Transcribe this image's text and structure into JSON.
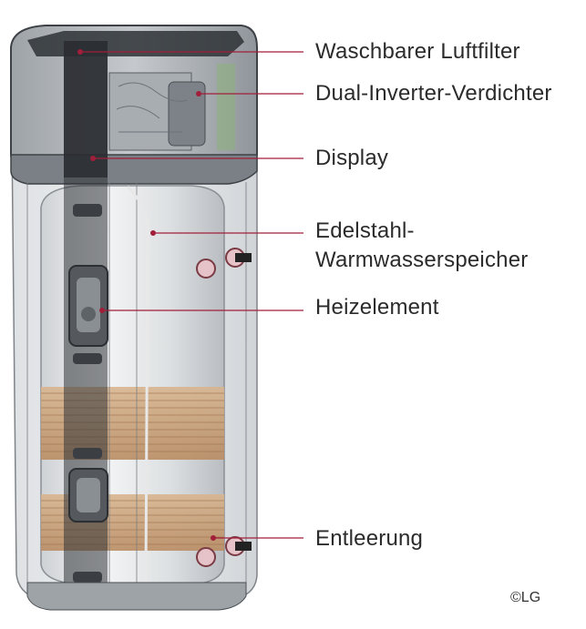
{
  "labels": {
    "air_filter": "Waschbarer Luftfilter",
    "compressor": "Dual-Inverter-Verdichter",
    "display": "Display",
    "tank_line1": "Edelstahl-",
    "tank_line2": "Warmwasserspeicher",
    "heater": "Heizelement",
    "drain": "Entleerung"
  },
  "copyright": "©LG",
  "colors": {
    "leader_line": "#a11f3a",
    "text": "#2b2b2b",
    "copper_coil": "#c9a27a",
    "port_ring": "#d28b93"
  }
}
